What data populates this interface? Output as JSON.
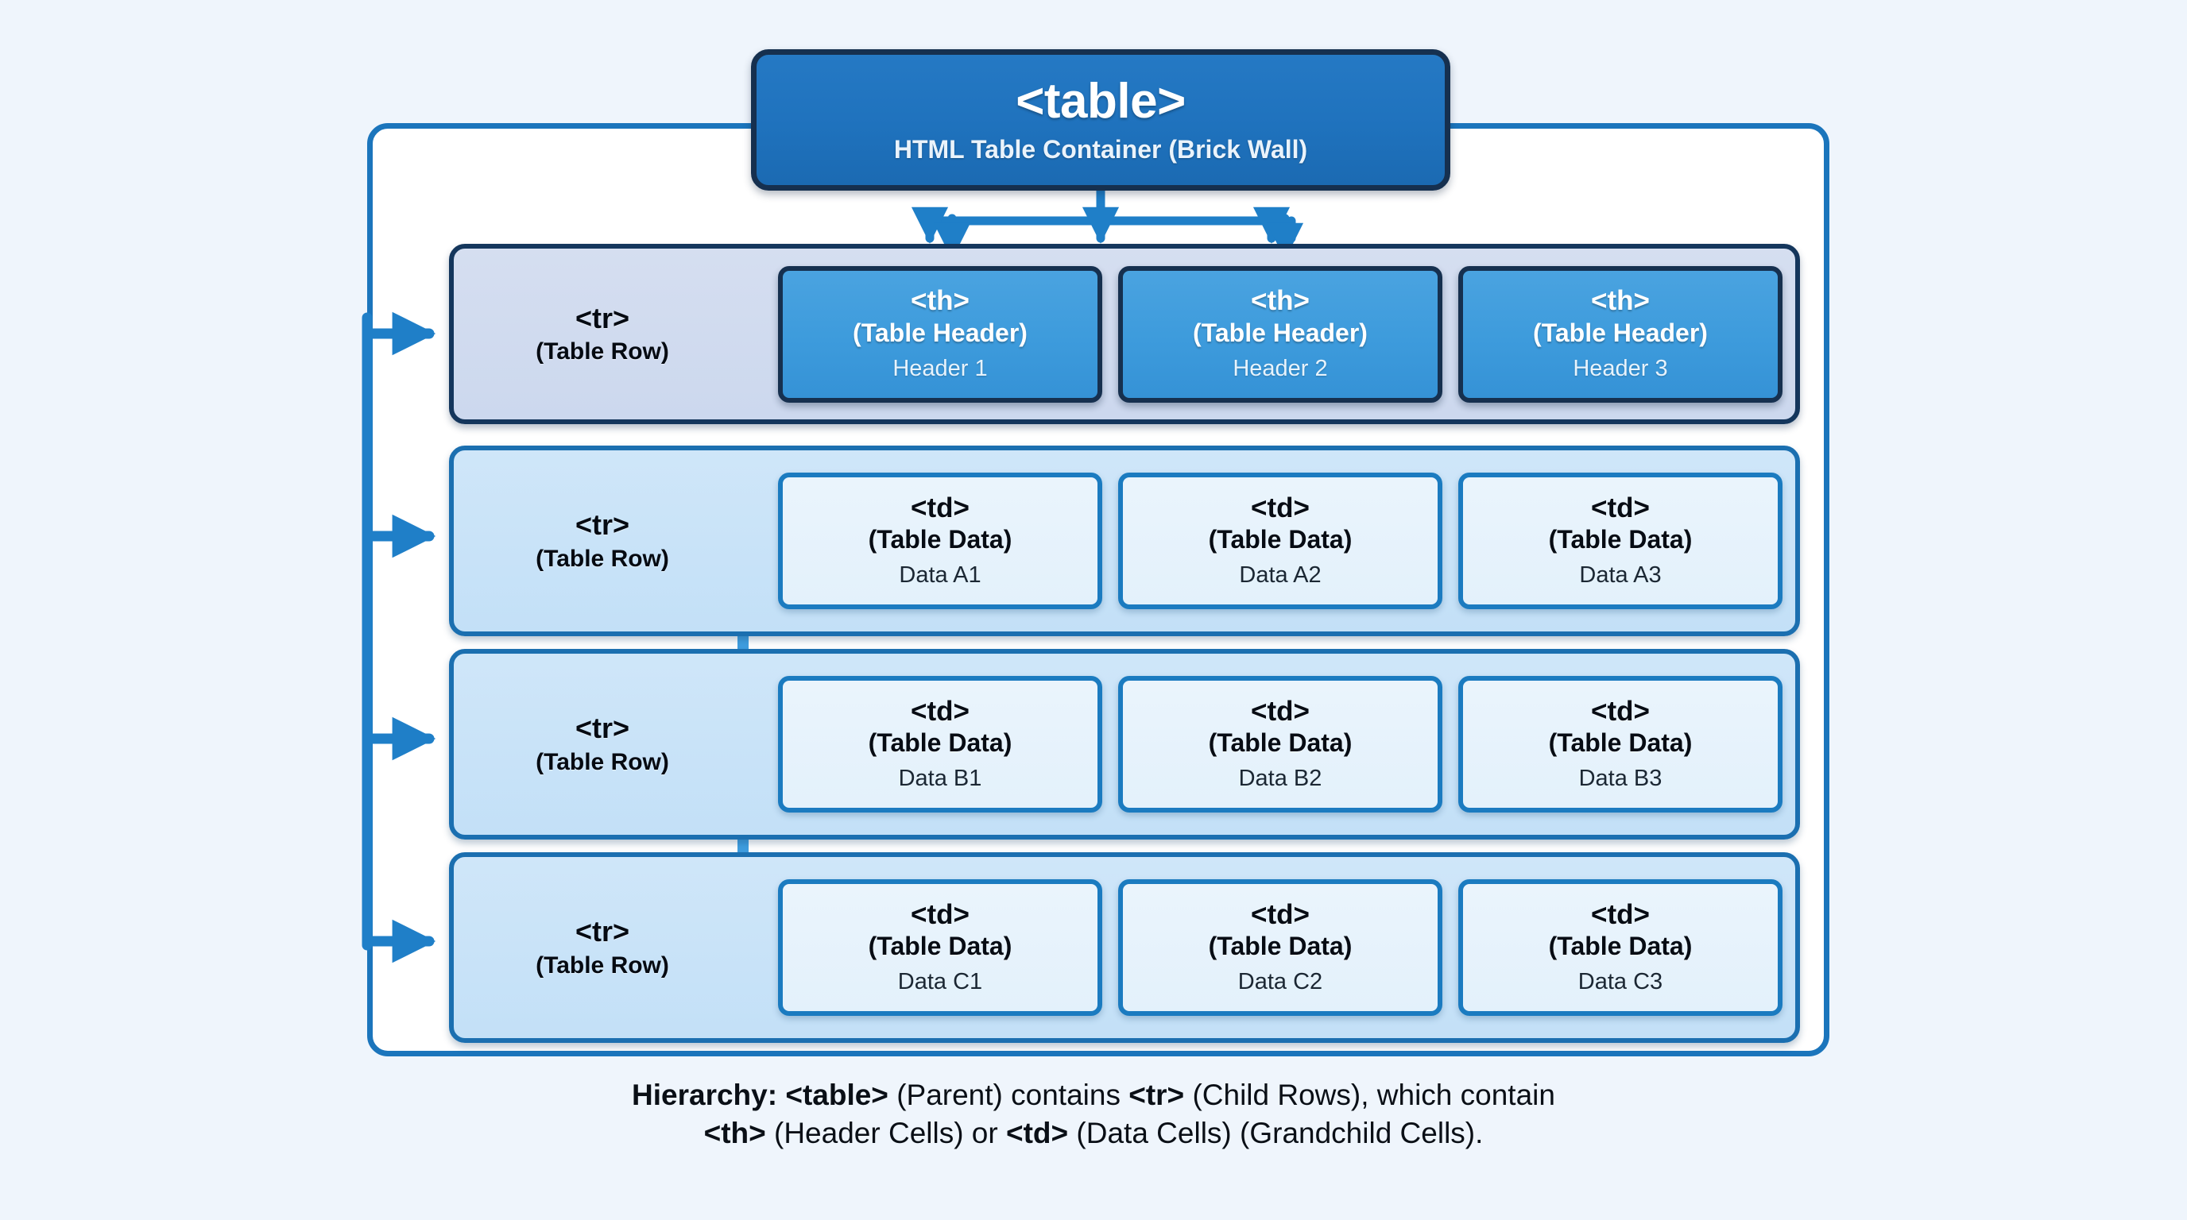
{
  "page": {
    "background_color": "#eff5fc",
    "accent_blue": "#1b75bc",
    "header_blue": "#3d9bdc",
    "title_blue": "#1f72bd",
    "dark_border": "#16304f"
  },
  "title_box": {
    "tag": "<table>",
    "subtitle": "HTML Table Container (Brick Wall)"
  },
  "header_row": {
    "tr_tag": "<tr>",
    "tr_sub": "(Table Row)",
    "cells": [
      {
        "tag": "<th>",
        "sub": "(Table Header)",
        "value": "Header 1"
      },
      {
        "tag": "<th>",
        "sub": "(Table Header)",
        "value": "Header 2"
      },
      {
        "tag": "<th>",
        "sub": "(Table Header)",
        "value": "Header 3"
      }
    ]
  },
  "data_rows": [
    {
      "tr_tag": "<tr>",
      "tr_sub": "(Table Row)",
      "cells": [
        {
          "tag": "<td>",
          "sub": "(Table Data)",
          "value": "Data A1"
        },
        {
          "tag": "<td>",
          "sub": "(Table Data)",
          "value": "Data A2"
        },
        {
          "tag": "<td>",
          "sub": "(Table Data)",
          "value": "Data A3"
        }
      ]
    },
    {
      "tr_tag": "<tr>",
      "tr_sub": "(Table Row)",
      "cells": [
        {
          "tag": "<td>",
          "sub": "(Table Data)",
          "value": "Data B1"
        },
        {
          "tag": "<td>",
          "sub": "(Table Data)",
          "value": "Data B2"
        },
        {
          "tag": "<td>",
          "sub": "(Table Data)",
          "value": "Data B3"
        }
      ]
    },
    {
      "tr_tag": "<tr>",
      "tr_sub": "(Table Row)",
      "cells": [
        {
          "tag": "<td>",
          "sub": "(Table Data)",
          "value": "Data C1"
        },
        {
          "tag": "<td>",
          "sub": "(Table Data)",
          "value": "Data C2"
        },
        {
          "tag": "<td>",
          "sub": "(Table Data)",
          "value": "Data C3"
        }
      ]
    }
  ],
  "caption": {
    "line1_a": "Hierarchy: ",
    "line1_b": "<table>",
    "line1_c": " (Parent) contains ",
    "line1_d": "<tr>",
    "line1_e": " (Child Rows), which contain",
    "line2_a": "<th>",
    "line2_b": " (Header Cells) or ",
    "line2_c": "<td>",
    "line2_d": " (Data Cells) (Grandchild Cells)."
  }
}
